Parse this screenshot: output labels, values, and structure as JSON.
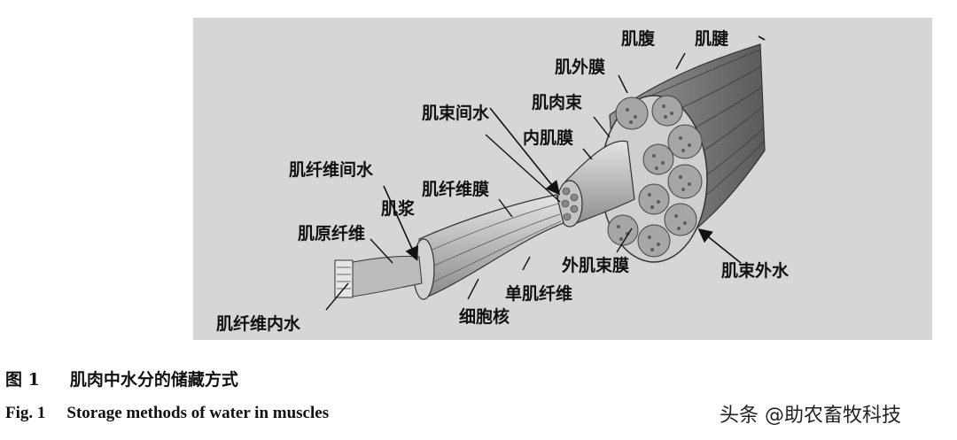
{
  "figure": {
    "labels": {
      "muscle_belly": "肌腹",
      "tendon": "肌腱",
      "epimysium": "肌外膜",
      "fascicle": "肌肉束",
      "interfascicular_water": "肌束间水",
      "endomysium": "内肌膜",
      "interfiber_water": "肌纤维间水",
      "sarcolemma": "肌纤维膜",
      "sarcoplasm": "肌浆",
      "myofibril": "肌原纤维",
      "perimysium": "外肌束膜",
      "extrafascicular_water": "肌束外水",
      "single_fiber": "单肌纤维",
      "nucleus": "细胞核",
      "intrafiber_water": "肌纤维内水"
    }
  },
  "caption": {
    "cn_number": "图 1",
    "cn_text": "肌肉中水分的储藏方式",
    "en_number": "Fig. 1",
    "en_text": "Storage methods of water in muscles"
  },
  "watermark": "头条 @助农畜牧科技"
}
